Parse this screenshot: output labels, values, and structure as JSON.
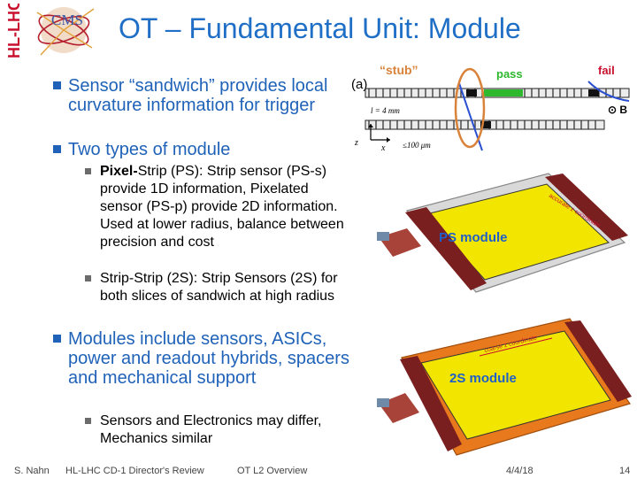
{
  "slide": {
    "title": "OT – Fundamental Unit: Module",
    "logo": {
      "vertical_text": "HL-LHC",
      "badge_text": "CMS",
      "icon": "hl-lhc-cms-logo"
    }
  },
  "bullets": {
    "b1": "Sensor “sandwich” provides local curvature information for trigger",
    "b2": "Two types of module",
    "b2a_bold": "Pixel-",
    "b2a_rest": "Strip (PS): Strip sensor (PS-s) provide 1D information, Pixelated sensor (PS-p) provide 2D information. Used at lower radius, balance between precision and cost",
    "b2b": "Strip-Strip (2S): Strip Sensors (2S) for both slices of sandwich at high radius",
    "b3": "Modules include sensors, ASICs, power and readout hybrids, spacers and mechanical support",
    "b3a": "Sensors and Electronics may differ, Mechanics similar"
  },
  "stub_figure": {
    "panel": "(a)",
    "stub": "“stub”",
    "pass": "pass",
    "fail": "fail",
    "spacing": "l = 4 mm",
    "window": "≤100 μm",
    "z": "z",
    "x": "x",
    "bfield": "⊙ B"
  },
  "ps_module": {
    "label": "PS module",
    "coord": "accurate z coordinate"
  },
  "twos_module": {
    "label": "2S module",
    "coord": "coarse z coordinate"
  },
  "footer": {
    "author": "S. Nahn",
    "event": "HL-LHC CD-1 Director's Review",
    "talk": "OT L2 Overview",
    "date": "4/4/18",
    "page": "14"
  },
  "colors": {
    "title": "#1f6fc6",
    "bullet": "#1f62b8",
    "stub": "#d9823a",
    "pass_strip": "#2eb82e",
    "module_yellow": "#f2e600",
    "ps_frame": "#d9d9d9",
    "twos_frame": "#e8791c"
  }
}
